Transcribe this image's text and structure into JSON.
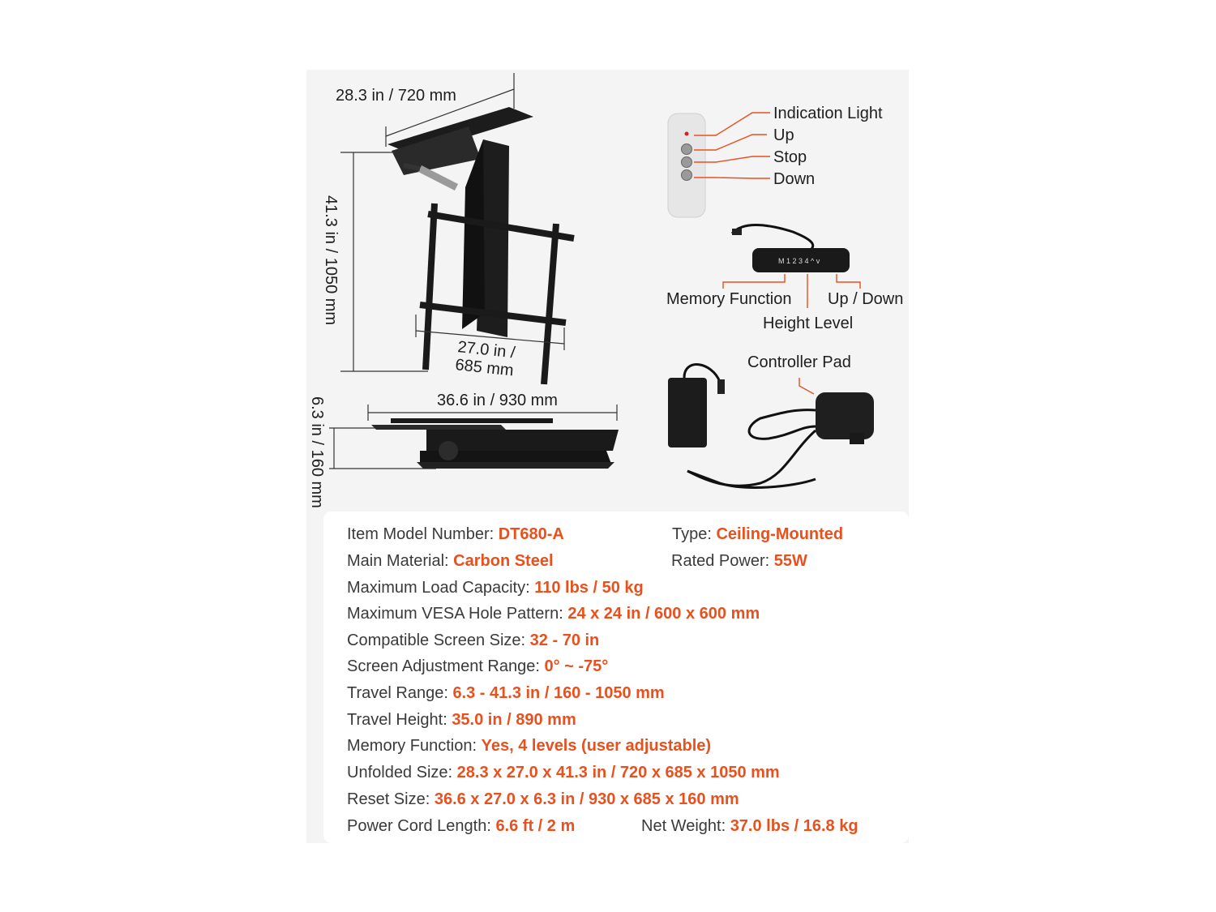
{
  "colors": {
    "accent": "#e8501e",
    "label": "#3a3a3a",
    "panel": "#f4f4f4",
    "callout_line": "#e8501e"
  },
  "diagram": {
    "dims": {
      "top_width": "28.3 in / 720 mm",
      "height": "41.3 in / 1050 mm",
      "mount_width_1": "27.0 in /",
      "mount_width_2": "685 mm",
      "folded_length": "36.6 in / 930 mm",
      "folded_height": "6.3 in / 160 mm"
    },
    "remote": {
      "indication_light": "Indication Light",
      "up": "Up",
      "stop": "Stop",
      "down": "Down"
    },
    "keypad": {
      "keys": "M 1 2 3 4 ^ v",
      "memory_function": "Memory Function",
      "up_down": "Up / Down",
      "height_level": "Height Level"
    },
    "controller": {
      "label": "Controller Pad"
    }
  },
  "specs": {
    "model": {
      "label": "Item Model Number: ",
      "value": "DT680-A"
    },
    "type": {
      "label": "Type: ",
      "value": "Ceiling-Mounted"
    },
    "material": {
      "label": "Main Material: ",
      "value": "Carbon Steel"
    },
    "power": {
      "label": "Rated Power: ",
      "value": "55W"
    },
    "load": {
      "label": "Maximum Load Capacity: ",
      "value": "110 lbs / 50 kg"
    },
    "vesa": {
      "label": "Maximum VESA Hole Pattern: ",
      "value": "24 x 24 in / 600 x 600 mm"
    },
    "screen": {
      "label": "Compatible Screen Size: ",
      "value": "32 - 70 in"
    },
    "adjust": {
      "label": "Screen Adjustment Range: ",
      "value": "0° ~ -75°"
    },
    "travel": {
      "label": "Travel Range: ",
      "value": "6.3 - 41.3 in / 160 - 1050 mm"
    },
    "travel_h": {
      "label": "Travel Height: ",
      "value": "35.0 in / 890 mm"
    },
    "memory": {
      "label": "Memory Function: ",
      "value": "Yes, 4 levels (user adjustable)"
    },
    "unfolded": {
      "label": "Unfolded Size: ",
      "value": "28.3 x 27.0 x 41.3 in / 720 x 685 x 1050 mm"
    },
    "reset": {
      "label": "Reset Size: ",
      "value": "36.6 x 27.0 x 6.3 in / 930 x 685 x 160 mm"
    },
    "cord": {
      "label": "Power Cord Length: ",
      "value": "6.6 ft / 2 m"
    },
    "weight": {
      "label": "Net Weight: ",
      "value": "37.0 lbs / 16.8 kg"
    }
  }
}
